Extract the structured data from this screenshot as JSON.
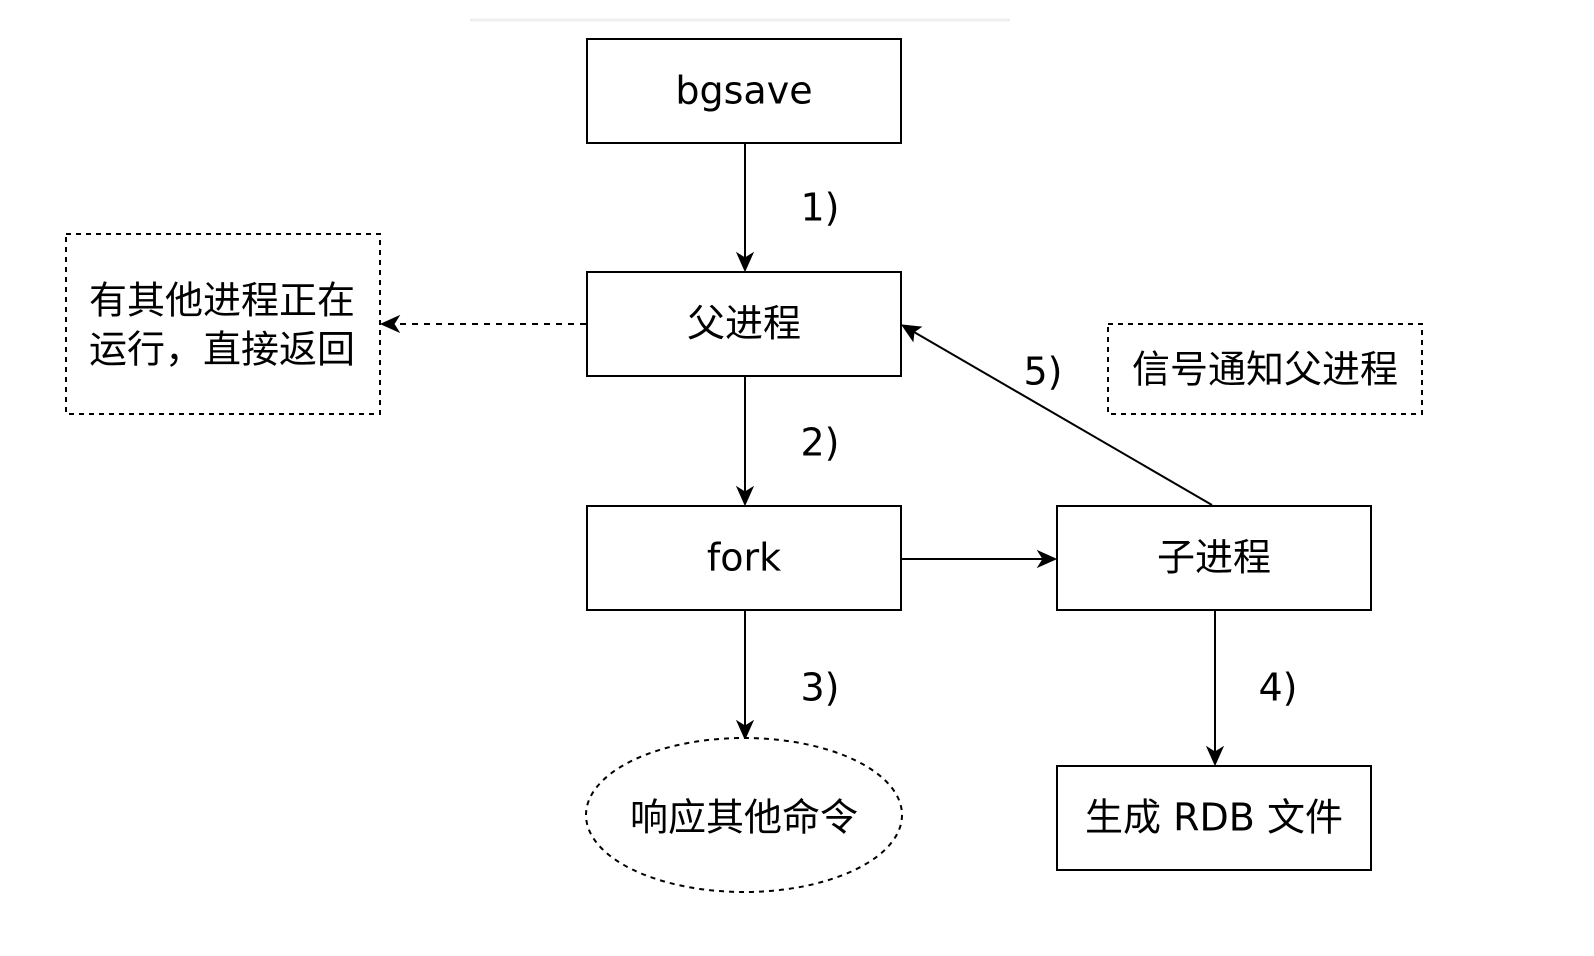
{
  "nodes": {
    "bgsave": "bgsave",
    "parent_process": "父进程",
    "fork": "fork",
    "child_process": "子进程",
    "generate_rdb": "生成 RDB 文件",
    "respond_other": "响应其他命令"
  },
  "notes": {
    "other_running_line1": "有其他进程正在",
    "other_running_line2": "运行，直接返回",
    "signal_notify": "信号通知父进程"
  },
  "steps": {
    "s1": "1)",
    "s2": "2)",
    "s3": "3)",
    "s4": "4)",
    "s5": "5)"
  }
}
